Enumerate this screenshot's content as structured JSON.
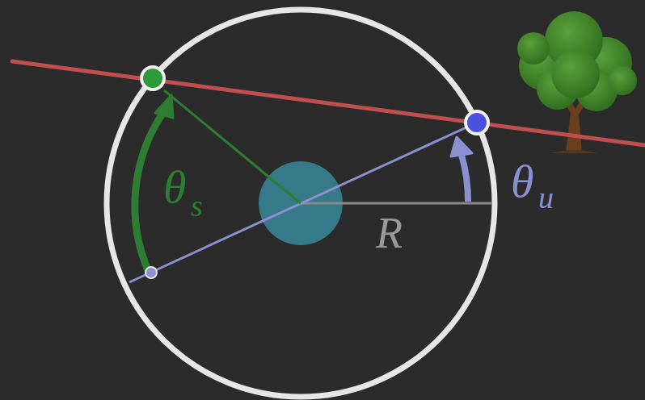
{
  "diagram": {
    "labels": [
      "θ",
      "s",
      "θ",
      "u",
      "R"
    ]
  }
}
